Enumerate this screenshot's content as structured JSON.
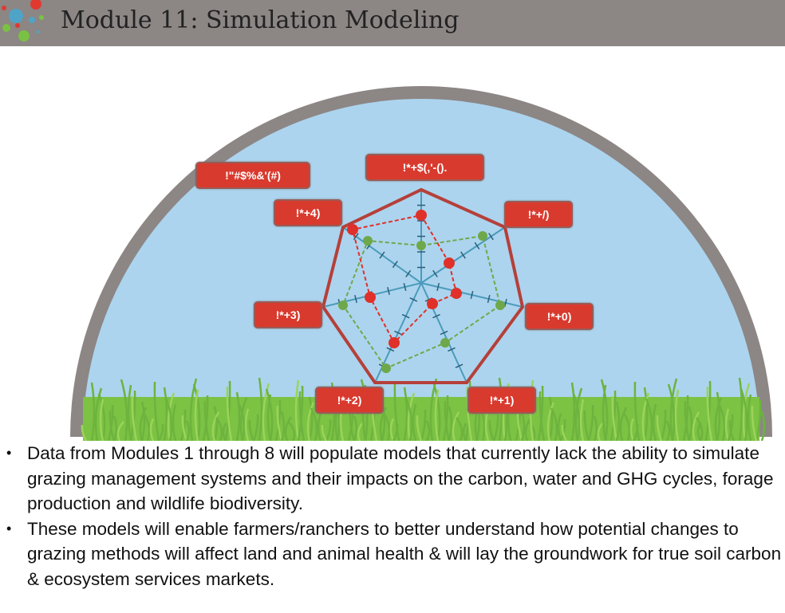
{
  "header": {
    "title": "Module 11: Simulation Modeling"
  },
  "diagram": {
    "labels": {
      "legend": "!\"#$%&'(#)",
      "top": "!*+$(,'-().",
      "upper_right": "!*+/)",
      "right": "!*+0)",
      "lower_right": "!*+1)",
      "lower_left": "!*+2)",
      "left": "!*+3)",
      "upper_left": "!*+4)"
    },
    "colors": {
      "frame": "#b5403a",
      "red_series": "#e0302a",
      "green_series": "#6fa84a",
      "axis": "#4a9bbb",
      "sky": "#acd4ee",
      "dome": "#8c8685"
    }
  },
  "bullets": [
    "Data from Modules 1 through 8 will populate models that currently lack the ability to simulate grazing management systems and their impacts on the carbon, water and GHG cycles, forage production and wildlife biodiversity.",
    "These models will enable farmers/ranchers to better understand how potential changes to grazing methods will affect land and animal health & will lay the groundwork for true soil carbon & ecosystem services markets."
  ]
}
